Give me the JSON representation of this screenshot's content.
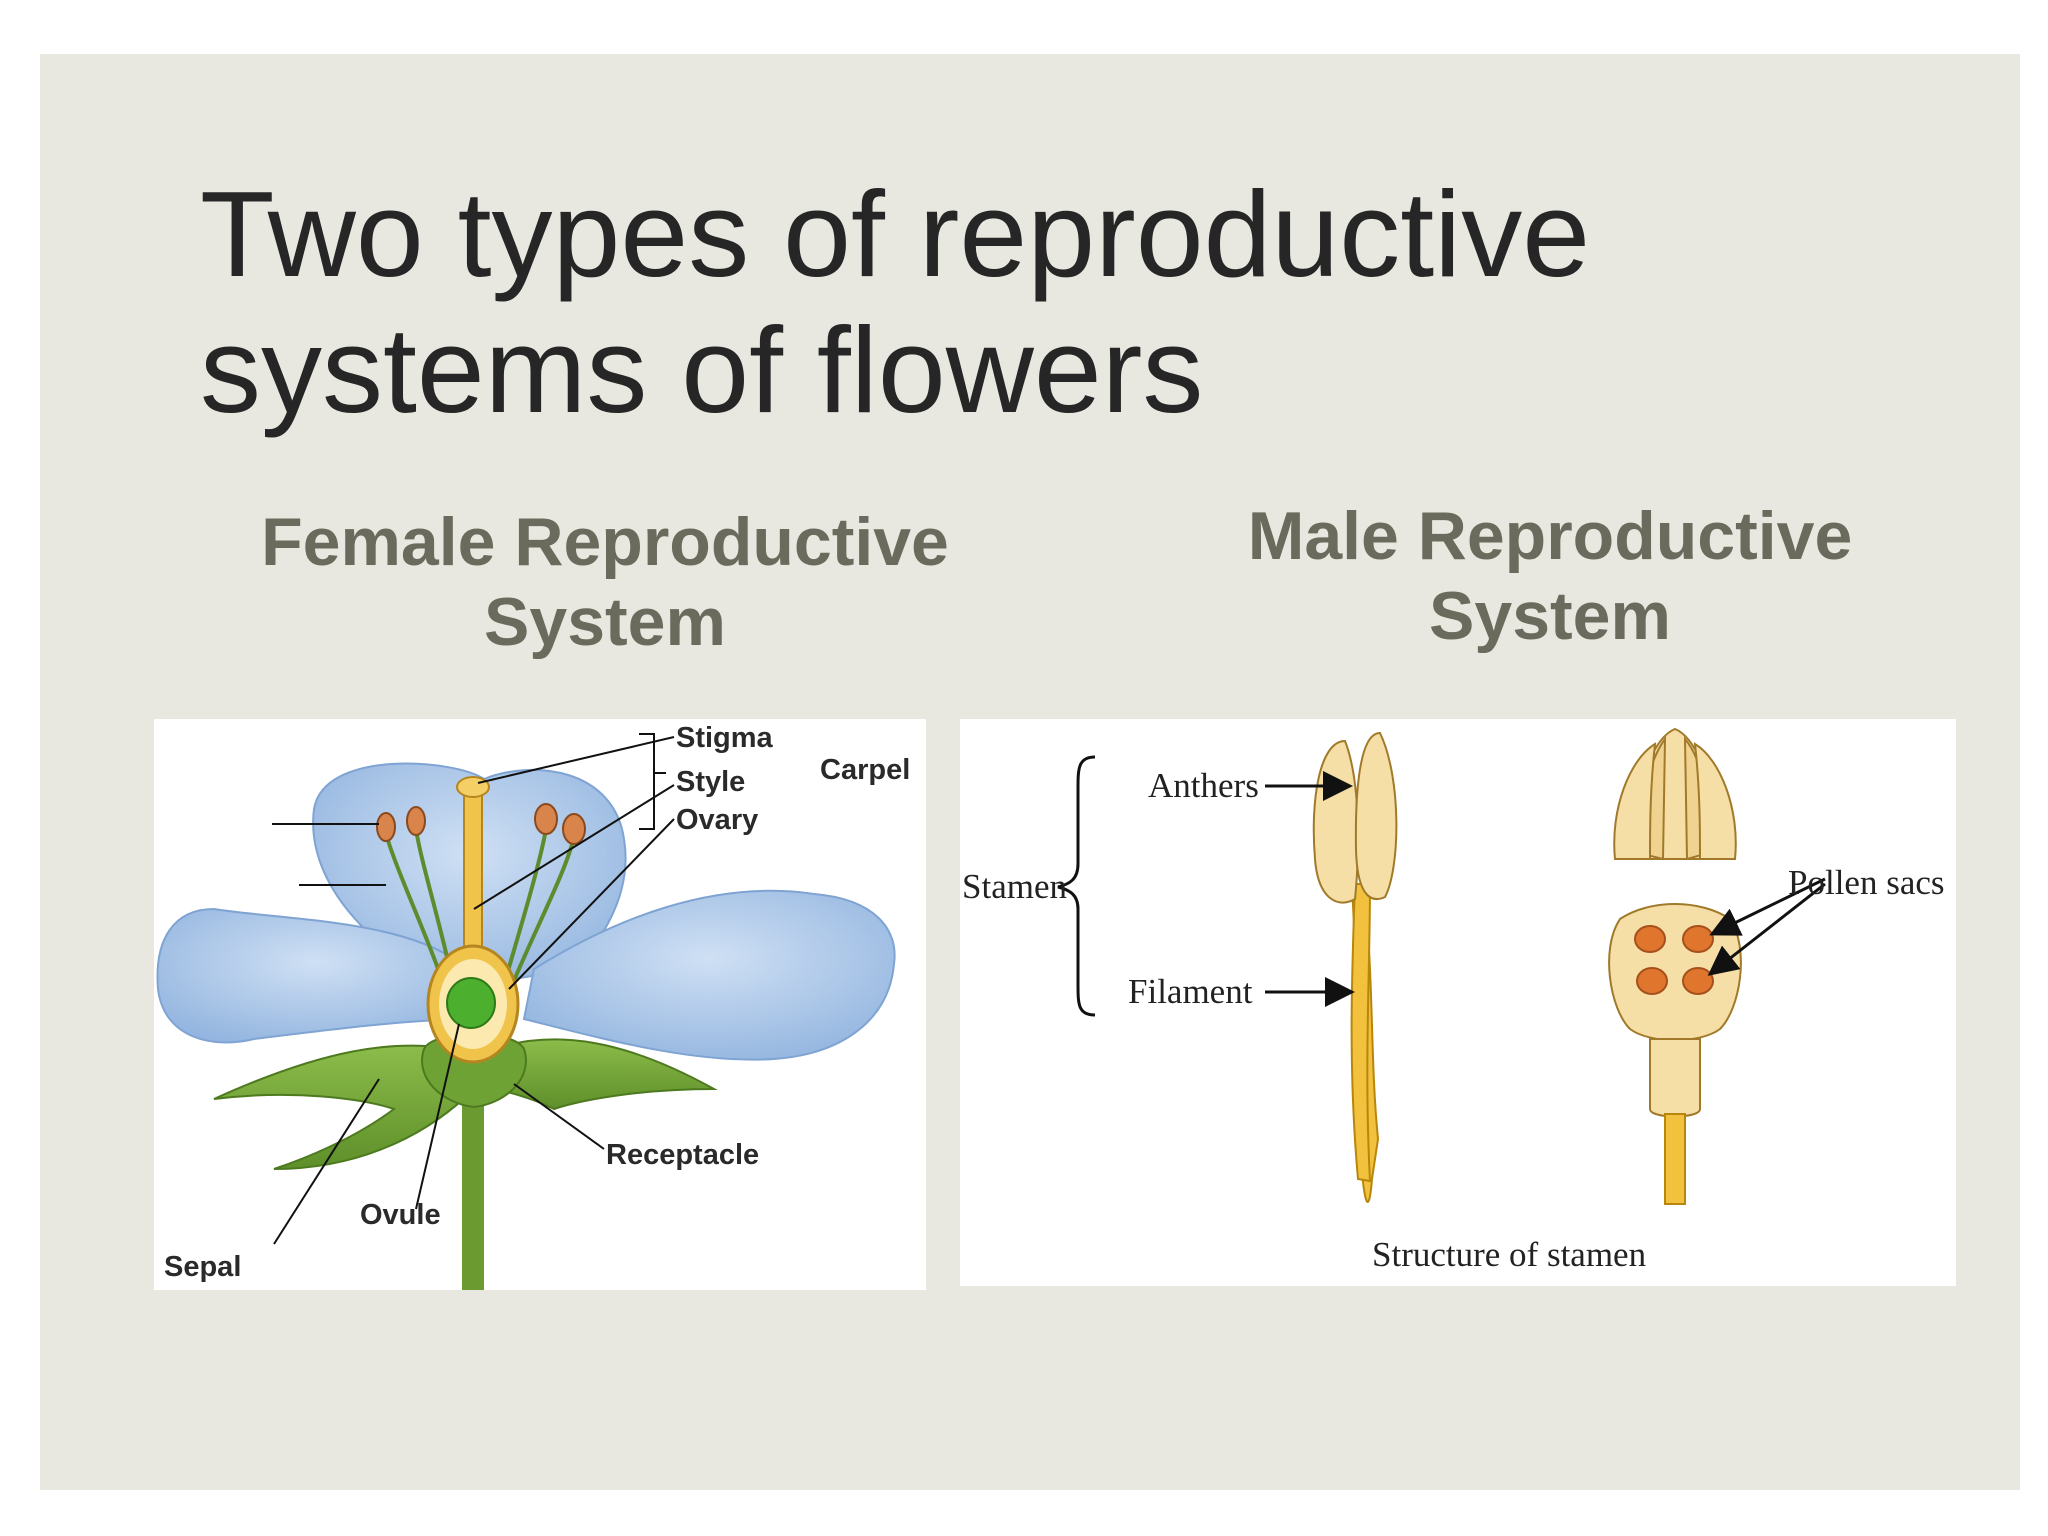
{
  "title": {
    "line1": "Two types of reproductive",
    "line2": "systems of flowers"
  },
  "female": {
    "heading_line1": "Female Reproductive",
    "heading_line2": "System",
    "labels": {
      "stigma": "Stigma",
      "style": "Style",
      "ovary": "Ovary",
      "carpel": "Carpel",
      "receptacle": "Receptacle",
      "ovule": "Ovule",
      "sepal": "Sepal"
    }
  },
  "male": {
    "heading_line1": "Male Reproductive",
    "heading_line2": "System",
    "labels": {
      "anthers": "Anthers",
      "stamen": "Stamen",
      "filament": "Filament",
      "pollen_sacs": "Pollen sacs",
      "caption": "Structure of stamen"
    }
  },
  "colors": {
    "slide_background": "#e8e8e1",
    "title_text": "#262626",
    "heading_text": "#6a6b5c",
    "petal": "#a9c6e8",
    "sepal": "#7aaa3c",
    "style": "#f0c34a",
    "anther": "#f6dfa6",
    "pollen": "#e0762e"
  }
}
